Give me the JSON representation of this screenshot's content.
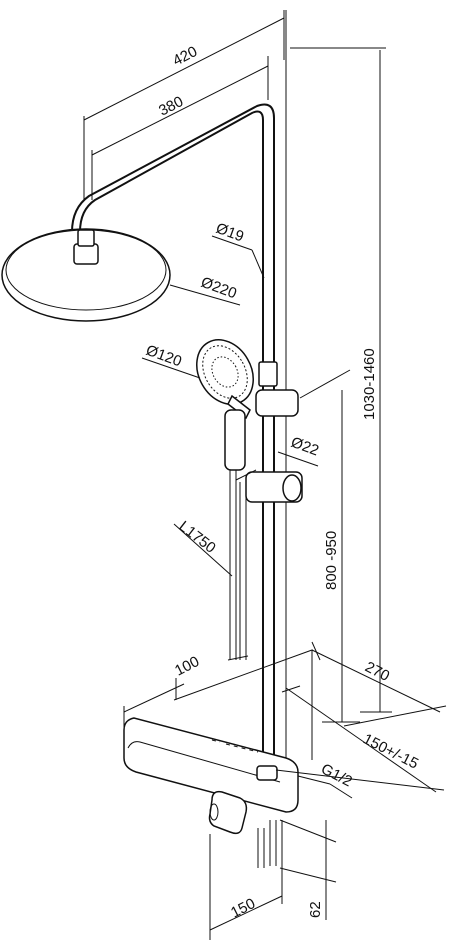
{
  "diagram": {
    "dimensions": {
      "arm_outer": "420",
      "arm_inner": "380",
      "pipe_dia": "Ø19",
      "head_dia": "Ø220",
      "hand_dia": "Ø120",
      "bar_dia": "Ø22",
      "height_range": "1030-1460",
      "slider_range": "800 -950",
      "hose_len": "L1750",
      "depth_270": "270",
      "width_100": "100",
      "center_dist": "150+/-15",
      "thread": "G1/2",
      "width_150": "150",
      "height_62": "62"
    }
  }
}
